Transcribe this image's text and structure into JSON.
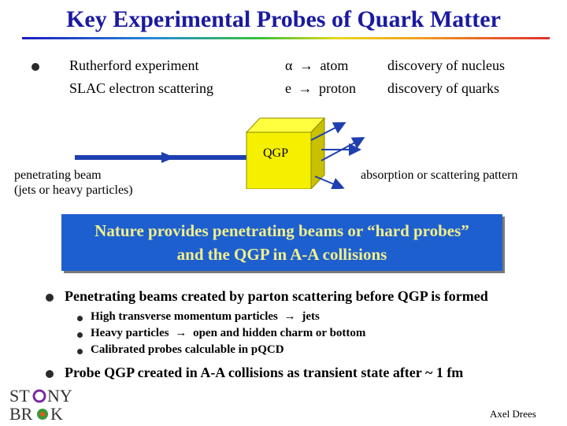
{
  "title": "Key Experimental Probes of Quark Matter",
  "top_rows": [
    {
      "experiment": "Rutherford experiment",
      "process_lhs": "α",
      "process_rhs": "atom",
      "result": "discovery of nucleus"
    },
    {
      "experiment": "SLAC electron scattering",
      "process_lhs": "e",
      "process_rhs": "proton",
      "result": "discovery of quarks"
    }
  ],
  "diagram": {
    "qgp_label": "QGP",
    "beam_label_line1": "penetrating beam",
    "beam_label_line2": "(jets or heavy particles)",
    "scatter_label": "absorption or scattering pattern"
  },
  "callout": {
    "line1": "Nature provides penetrating beams or “hard probes”",
    "line2": "and the QGP in A-A collisions"
  },
  "bullets": {
    "main1": "Penetrating beams created by parton scattering before QGP is formed",
    "sub": [
      {
        "pre": "High transverse momentum particles",
        "post": "jets"
      },
      {
        "pre": "Heavy particles",
        "post": "open and hidden charm or bottom"
      },
      {
        "pre": "Calibrated probes calculable in p",
        "post": "QCD"
      }
    ],
    "main2": "Probe QGP created in A-A collisions as transient state after ~ 1 fm"
  },
  "logo": {
    "line1": "ST NY",
    "line2": "BR K"
  },
  "author": "Axel Drees",
  "colors": {
    "title": "#1a1aa0",
    "callout_bg": "#1e5fd0",
    "callout_text": "#f0f08a",
    "cube": "#f5f000",
    "arrows": "#1e3fb0"
  }
}
